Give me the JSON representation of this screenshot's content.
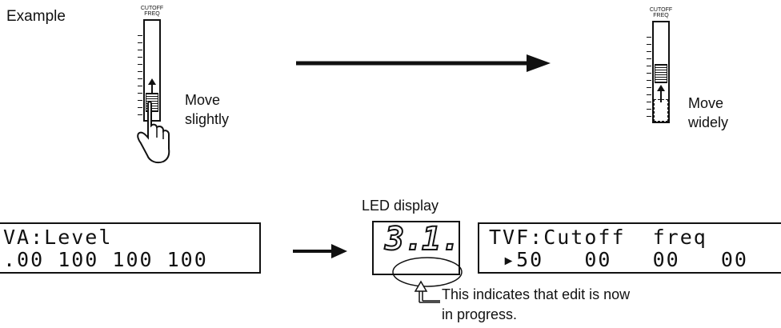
{
  "example_label": "Example",
  "slider_left": {
    "top_label_line1": "CUTOFF",
    "top_label_line2": "FREQ",
    "caption_line1": "Move",
    "caption_line2": "slightly"
  },
  "slider_right": {
    "top_label_line1": "CUTOFF",
    "top_label_line2": "FREQ",
    "caption_line1": "Move",
    "caption_line2": "widely"
  },
  "lcd_left": {
    "line1": "VA:Level",
    "line2": ".00 100 100 100"
  },
  "led_display": {
    "title": "LED  display",
    "digit1": "3.",
    "digit2": "1."
  },
  "lcd_right": {
    "line1": "TVF:Cutoff  freq",
    "line2": " ▸50   00   00   00"
  },
  "note": {
    "line1": "This  indicates  that  edit  is  now",
    "line2": "in  progress."
  }
}
